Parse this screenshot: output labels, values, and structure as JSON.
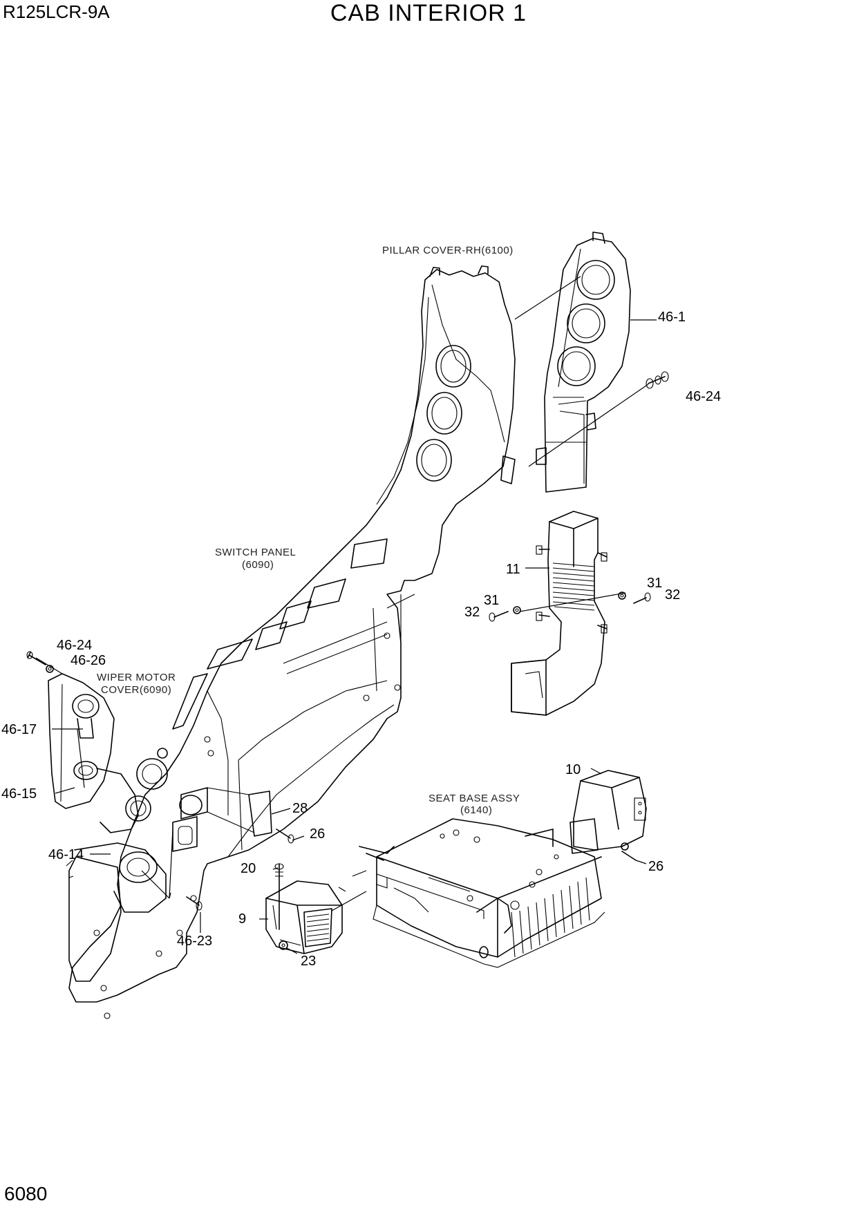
{
  "header": {
    "model": "R125LCR-9A",
    "title": "CAB INTERIOR 1"
  },
  "footer": {
    "page_number": "6080"
  },
  "captions": {
    "pillar_cover": "PILLAR COVER-RH(6100)",
    "switch_panel_1": "SWITCH PANEL",
    "switch_panel_2": "(6090)",
    "wiper_cover_1": "WIPER MOTOR",
    "wiper_cover_2": "COVER(6090)",
    "seat_base_1": "SEAT BASE ASSY",
    "seat_base_2": "(6140)"
  },
  "part_labels": {
    "p46_1": "46-1",
    "p46_24_top": "46-24",
    "p11": "11",
    "p31_right": "31",
    "p32_right": "32",
    "p31_left": "31",
    "p32_left": "32",
    "p46_24_left": "46-24",
    "p46_26": "46-26",
    "p46_17": "46-17",
    "p46_15": "46-15",
    "p46_14": "46-14",
    "p46_23": "46-23",
    "p28": "28",
    "p26_mid": "26",
    "p10": "10",
    "p26_right": "26",
    "p20": "20",
    "p9": "9",
    "p23": "23"
  }
}
